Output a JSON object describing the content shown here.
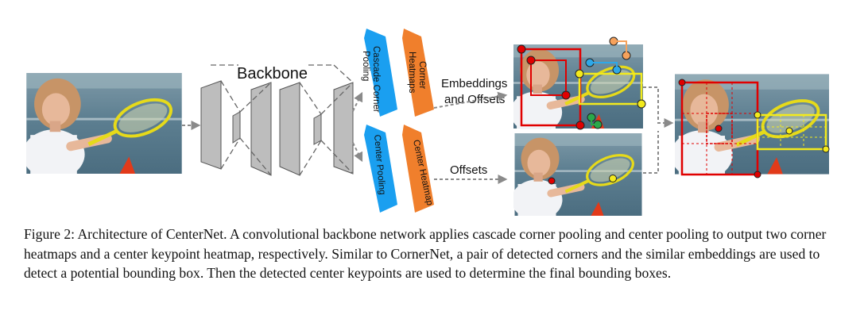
{
  "figure": {
    "backbone_label": "Backbone",
    "cascade_corner_pooling": [
      "Cascade Corner",
      "Pooling"
    ],
    "corner_heatmaps": [
      "Corner",
      "Heatmaps"
    ],
    "center_pooling": "Center Pooling",
    "center_heatmap": "Center Heatmap",
    "embeddings_and_offsets": [
      "Embeddings",
      "and Offsets"
    ],
    "offsets": "Offsets"
  },
  "colors": {
    "pooling_blue": "#1a9ff0",
    "heatmap_orange": "#f07f2c",
    "box_red": "#e00000",
    "box_yellow": "#f3ea1d",
    "backbone_gray": "#bdbdbd",
    "pair_blue": "#2ea8e8",
    "pair_green": "#2aa84a",
    "pair_orange": "#f6a25c"
  },
  "caption": {
    "label": "Figure 2:",
    "text": " Architecture of CenterNet. A convolutional backbone network applies cascade corner pooling and center pooling to output two corner heatmaps and a center keypoint heatmap, respectively. Similar to CornerNet, a pair of detected corners and the similar embeddings are used to detect a potential bounding box. Then the detected center keypoints are used to determine the final bounding boxes."
  }
}
